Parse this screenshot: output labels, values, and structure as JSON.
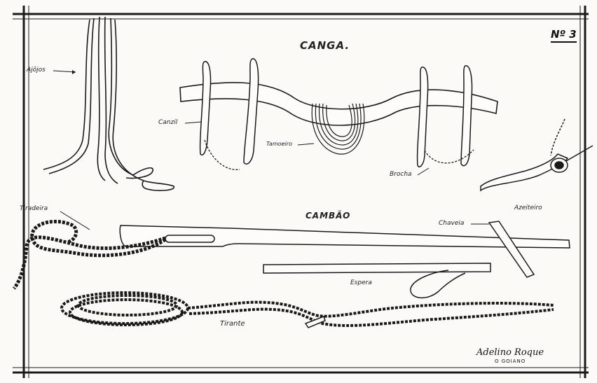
{
  "plate": {
    "number": "Nº 3",
    "signature_name": "Adelino Roque",
    "signature_subtitle": "O GOIANO"
  },
  "headings": {
    "canga": "CANGA.",
    "cambao": "CAMBÃO"
  },
  "labels": {
    "ajojos": "Ajôjos",
    "canzil": "Canzil",
    "tamoeiro": "Tamoeiro",
    "brocha": "Brocha",
    "azeiteiro": "Azeiteiro",
    "tiradeira": "Tiradeira",
    "chaveia": "Chaveia",
    "espera": "Espera",
    "tirante": "Tirante"
  },
  "colors": {
    "ink": "#1a1a1a",
    "paper": "#fbfaf7"
  }
}
